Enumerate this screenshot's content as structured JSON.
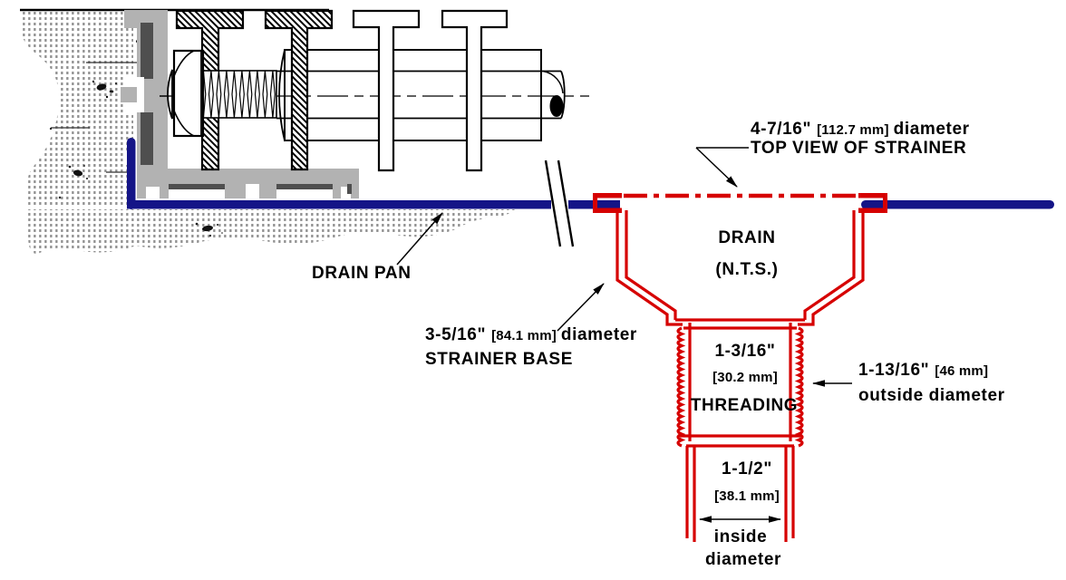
{
  "colors": {
    "red": "#d60000",
    "blue": "#141487",
    "lightgray": "#b2b2b2",
    "darkgray": "#4f4f4f",
    "stipple": "#909090"
  },
  "labels": {
    "strainer_top": {
      "dim": "4-7/16\"",
      "metric": "[112.7 mm]",
      "suffix": "diameter",
      "line2": "TOP VIEW OF STRAINER"
    },
    "drain": {
      "line1": "DRAIN",
      "line2": "(N.T.S.)"
    },
    "drain_pan": {
      "text": "DRAIN PAN"
    },
    "strainer_base": {
      "dim": "3-5/16\"",
      "metric": "[84.1 mm]",
      "suffix": "diameter",
      "line2": "STRAINER BASE"
    },
    "threading": {
      "dim": "1-3/16\"",
      "metric": "[30.2 mm]",
      "line3": "THREADING"
    },
    "outside_diameter": {
      "dim": "1-13/16\"",
      "metric": "[46 mm]",
      "line2": "outside diameter"
    },
    "inside_diameter": {
      "dim": "1-1/2\"",
      "metric": "[38.1 mm]",
      "line2": "inside",
      "line3": "diameter"
    }
  }
}
